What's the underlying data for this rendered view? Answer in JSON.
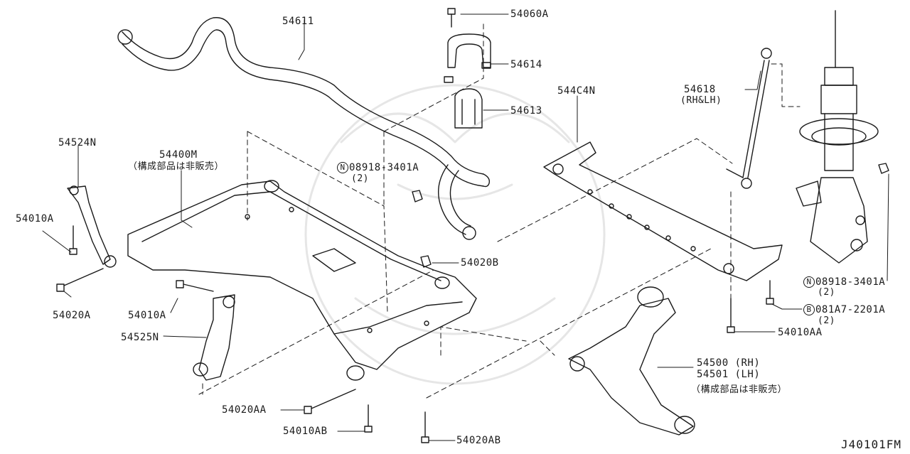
{
  "diagram": {
    "figure_id": "J40101FM",
    "note_not_sold": "（構成部品は非販売）",
    "parts": {
      "p54611": "54611",
      "p54060A": "54060A",
      "p54614": "54614",
      "p54613": "54613",
      "p544C4N": "544C4N",
      "p54618": "54618",
      "p54618_sub": "(RH&LH)",
      "p54524N": "54524N",
      "p54400M": "54400M",
      "p08918_left": "08918-3401A",
      "p08918_left_qty": "(2)",
      "p54010A_a": "54010A",
      "p54020B": "54020B",
      "p54020A": "54020A",
      "p54010A_b": "54010A",
      "p54525N": "54525N",
      "p08918_right": "08918-3401A",
      "p08918_right_qty": "(2)",
      "p081A7": "081A7-2201A",
      "p081A7_qty": "(2)",
      "p54010AA": "54010AA",
      "p54500": "54500 (RH)",
      "p54501": "54501 (LH)",
      "p54020AA": "54020AA",
      "p54010AB": "54010AB",
      "p54020AB": "54020AB"
    },
    "prefix_N": "N",
    "prefix_B": "B"
  }
}
